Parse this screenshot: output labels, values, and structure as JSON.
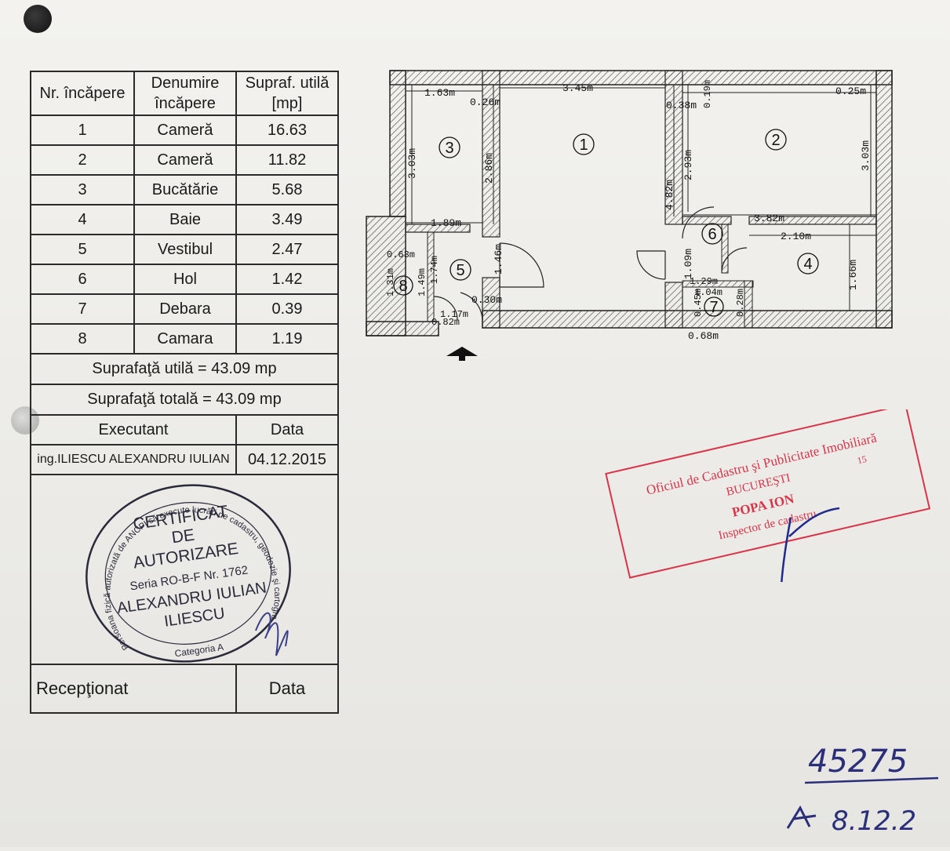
{
  "table": {
    "headers": [
      "Nr. încăpere",
      "Denumire încăpere",
      "Supraf. utilă [mp]"
    ],
    "rows": [
      {
        "nr": "1",
        "name": "Cameră",
        "area": "16.63"
      },
      {
        "nr": "2",
        "name": "Cameră",
        "area": "11.82"
      },
      {
        "nr": "3",
        "name": "Bucătărie",
        "area": "5.68"
      },
      {
        "nr": "4",
        "name": "Baie",
        "area": "3.49"
      },
      {
        "nr": "5",
        "name": "Vestibul",
        "area": "2.47"
      },
      {
        "nr": "6",
        "name": "Hol",
        "area": "1.42"
      },
      {
        "nr": "7",
        "name": "Debara",
        "area": "0.39"
      },
      {
        "nr": "8",
        "name": "Camara",
        "area": "1.19"
      }
    ],
    "util_total": "Suprafaţă utilă  = 43.09 mp",
    "total": "Suprafaţă totală  = 43.09 mp",
    "executant_label": "Executant",
    "date_label": "Data",
    "executant_name": "ing.ILIESCU ALEXANDRU IULIAN",
    "executant_date": "04.12.2015",
    "received_label": "Recepţionat",
    "received_date_label": "Data"
  },
  "stamp": {
    "ring_text": "Persoana fizică autorizată de ANCPI să execute lucrări de cadastru, geodezie şi cartografie",
    "line1": "CERTIFICAT",
    "line2": "DE",
    "line3": "AUTORIZARE",
    "series": "Seria RO-B-F Nr. 1762",
    "name1": "ALEXANDRU IULIAN",
    "name2": "ILIESCU",
    "category": "Categoria A"
  },
  "red_stamp": {
    "line1": "Oficiul de Cadastru şi Publicitate Imobiliară",
    "line2": "BUCUREŞTI",
    "line3": "POPA ION",
    "line4": "Inspector de cadastru",
    "number": "15"
  },
  "handwriting": {
    "number": "45275",
    "date": "8.12.2"
  },
  "plan": {
    "rooms": [
      "1",
      "2",
      "3",
      "4",
      "5",
      "6",
      "7",
      "8"
    ],
    "dims": {
      "d163": "1.63m",
      "d345": "3.45m",
      "d026": "0.26m",
      "d038": "0.38m",
      "d019": "0.19m",
      "d025": "0.25m",
      "d303a": "3.03m",
      "d286": "2.86m",
      "d293": "2.93m",
      "d482": "4.82m",
      "d303b": "3.03m",
      "d189": "1.89m",
      "d382": "3.82m",
      "d210": "2.10m",
      "d063": "0.63m",
      "d146": "1.46m",
      "d109": "1.09m",
      "d166": "1.66m",
      "d149": "1.49m",
      "d174": "1.74m",
      "d131": "1.31m",
      "d129": "1.29m",
      "d104": "1.04m",
      "d030": "0.30m",
      "d082": "0.82m",
      "d117": "1.17m",
      "d045": "0.45m",
      "d028": "0.28m",
      "d068": "0.68m"
    }
  },
  "colors": {
    "ink": "#1a1a1a",
    "stamp_red": "#d8344a",
    "pen_blue": "#1f2a8a",
    "hatch": "#555555"
  }
}
